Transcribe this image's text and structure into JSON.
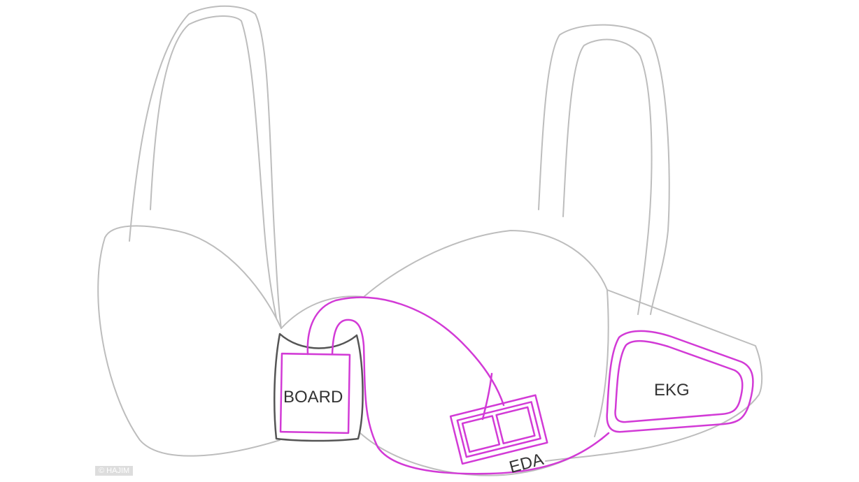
{
  "labels": {
    "board": "BOARD",
    "eda": "EDA",
    "ekg": "EKG"
  },
  "credit": "© HAJIM",
  "colors": {
    "outline": "#b8b8b8",
    "board_outline": "#555555",
    "circuit": "#d23ad6"
  }
}
